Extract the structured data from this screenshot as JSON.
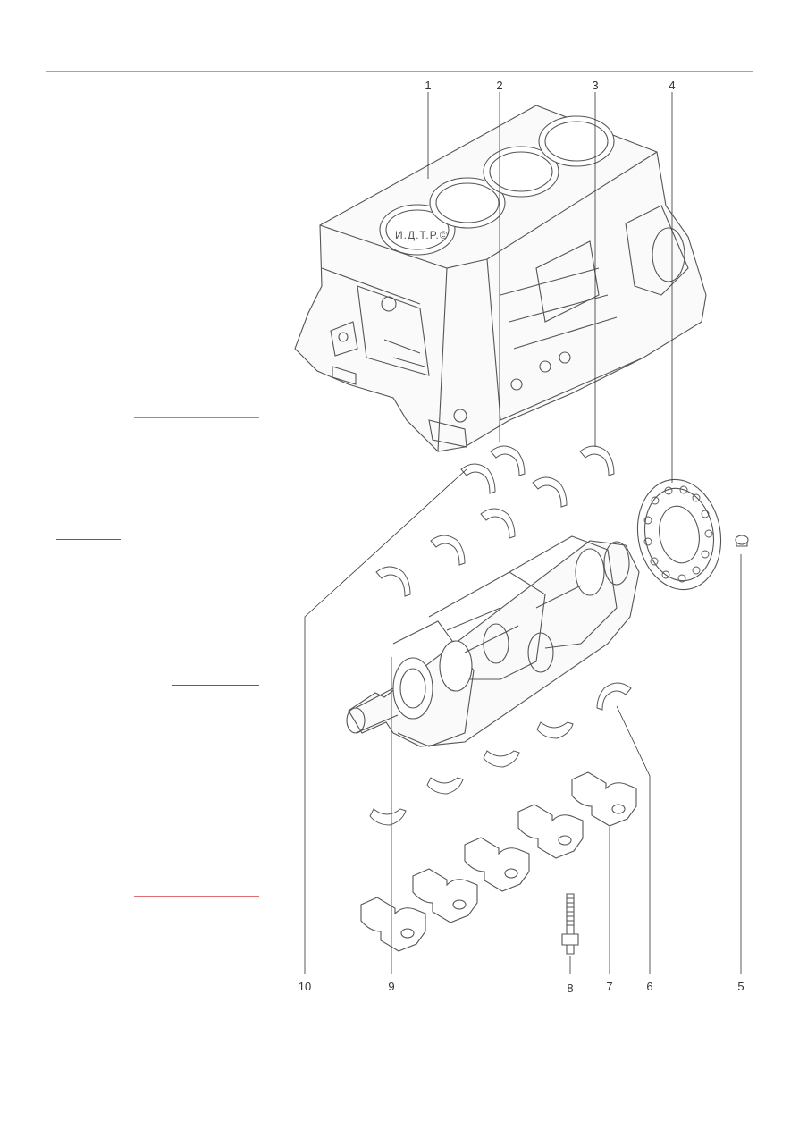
{
  "watermark": "И.Д.Т.Р.©",
  "callouts": [
    "1",
    "2",
    "3",
    "4",
    "5",
    "6",
    "7",
    "8",
    "9",
    "10"
  ],
  "colors": {
    "rule_red": "#e98b7a",
    "rule_green": "#2f7d4a",
    "line": "#555555"
  }
}
